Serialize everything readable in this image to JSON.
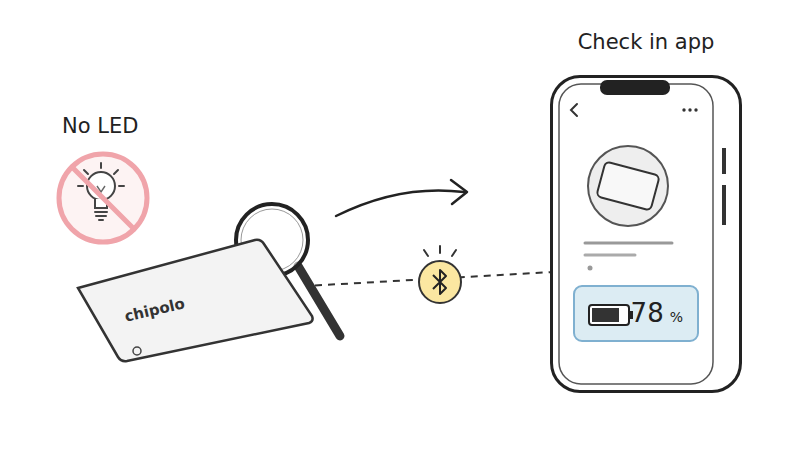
{
  "diagram": {
    "nodes": [
      {
        "text": [
          "chipolo"
        ]
      },
      {
        "text": [
          "Check in app"
        ]
      },
      {
        "text": [
          "78",
          "%"
        ],
        "in": 1
      }
    ],
    "edges": [
      {
        "from": 0,
        "to": 1,
        "arrow": "none"
      }
    ],
    "labels": [
      "No LED"
    ]
  }
}
